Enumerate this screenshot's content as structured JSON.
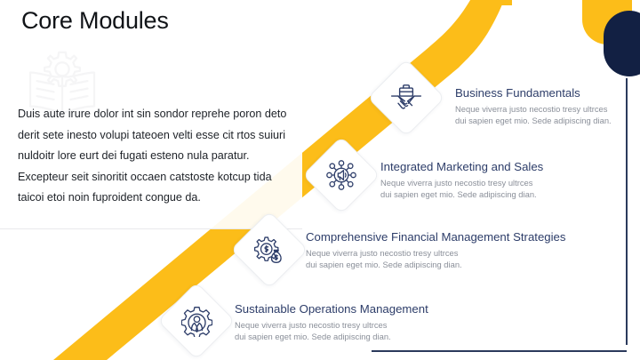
{
  "slide": {
    "title": "Core Modules",
    "body_paragraph": "Duis aute irure dolor int sin sondor reprehe poron deto derit sete inesto volupi tateoen velti esse cit rtos suiuri nuldoitr lore eurt dei fugati esteno nula paratur. Excepteur seit sinoritit occaen catstoste kotcup tida taicoi etoi noin fuproident congue da.",
    "watermark_icon": "book-gear-icon",
    "colors": {
      "accent_yellow": "#fcbd19",
      "navy": "#122043",
      "heading_navy": "#2d3d69",
      "body_text": "#1d2127",
      "muted_text": "#8a8f99",
      "background": "#ffffff"
    }
  },
  "decorations": {
    "pill_yellow": "pill-shape-yellow",
    "pill_navy": "pill-shape-navy",
    "ribbon": "yellow-diagonal-ribbon",
    "frame_bottom": "frame-line-bottom",
    "frame_right": "frame-line-right"
  },
  "timeline": {
    "items": [
      {
        "icon": "handshake-briefcase-icon",
        "title": "Business Fundamentals",
        "desc_line1": "Neque viverra justo necostio tresy ultrces",
        "desc_line2": "dui sapien eget mio. Sede adipiscing dian."
      },
      {
        "icon": "megaphone-network-icon",
        "title": "Integrated Marketing and Sales",
        "desc_line1": "Neque viverra justo necostio tresy ultrces",
        "desc_line2": "dui sapien eget mio. Sede adipiscing dian."
      },
      {
        "icon": "gear-money-bag-icon",
        "title": "Comprehensive Financial Management Strategies",
        "desc_line1": "Neque viverra justo necostio tresy ultrces",
        "desc_line2": "dui sapien eget mio. Sede adipiscing dian."
      },
      {
        "icon": "gear-person-icon",
        "title": "Sustainable Operations Management",
        "desc_line1": "Neque viverra justo necostio tresy ultrces",
        "desc_line2": "dui sapien eget mio. Sede adipiscing dian."
      }
    ]
  }
}
